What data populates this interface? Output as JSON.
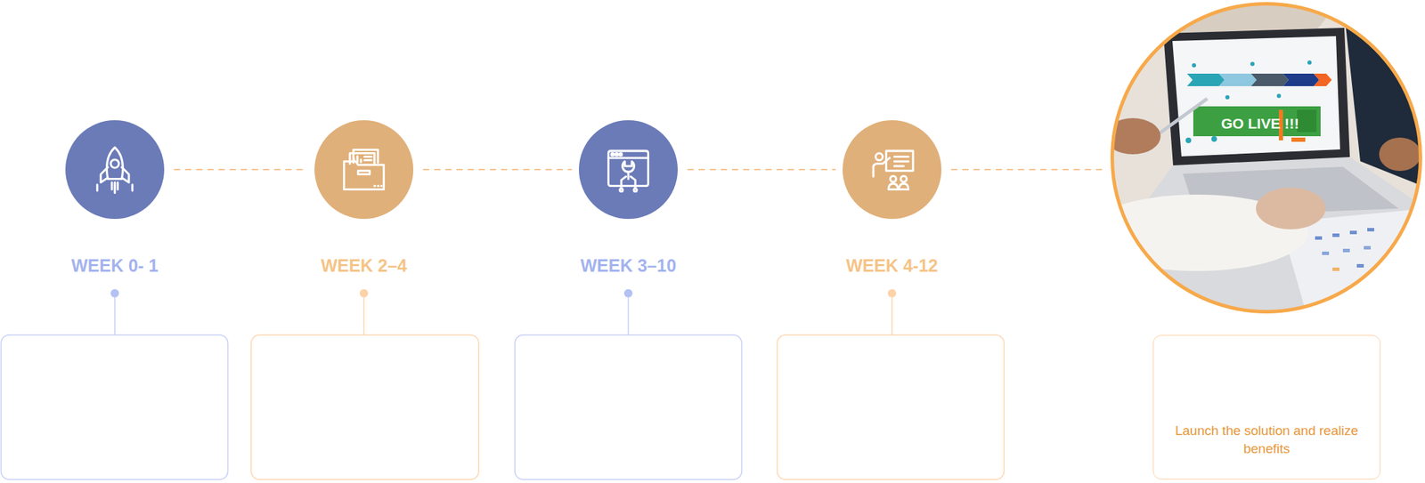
{
  "diagram": {
    "nodes": [
      {
        "text": [
          "WEEK 0- 1"
        ]
      },
      {
        "text": [
          "WEEK 2–4"
        ]
      },
      {
        "text": [
          "WEEK 3–10"
        ]
      },
      {
        "text": [
          "WEEK 4-12"
        ]
      },
      {
        "text": [
          "GO LIVE !!!"
        ]
      },
      {
        "text": [
          "Launch the solution and realize benefits"
        ]
      }
    ],
    "edges": [
      {
        "from": 0,
        "to": 1,
        "arrow": "none"
      },
      {
        "from": 1,
        "to": 2,
        "arrow": "none"
      },
      {
        "from": 2,
        "to": 3,
        "arrow": "none"
      },
      {
        "from": 3,
        "to": 4,
        "arrow": "none"
      }
    ]
  }
}
